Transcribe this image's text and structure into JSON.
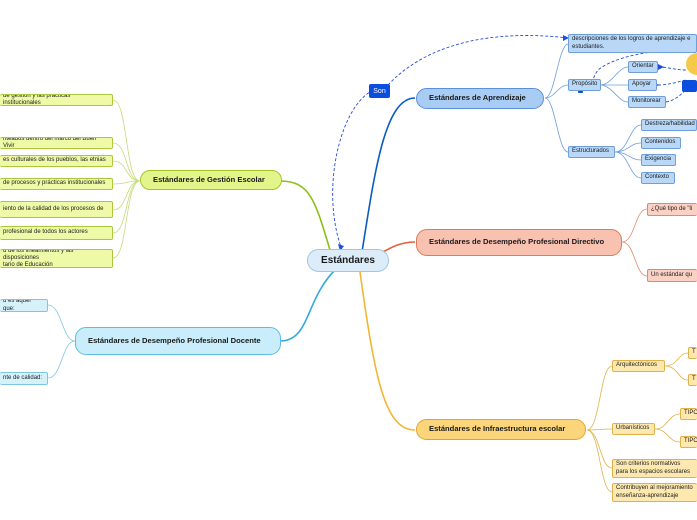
{
  "root": {
    "label": "Estándares"
  },
  "son_label": "Son",
  "aprendizaje": {
    "title": "Estándares de Aprendizaje",
    "descripcion": "descripciones de los logros de aprendizaje e estudiantes.",
    "proposito": {
      "label": "Propósito",
      "items": [
        "Orientar",
        "Apoyar",
        "Monitorear"
      ]
    },
    "estructurados": {
      "label": "Estructurados",
      "items": [
        "Destreza/habilidad",
        "Contenidos",
        "Exigencia",
        "Contexto"
      ]
    }
  },
  "gestion": {
    "title": "Estándares de Gestión Escolar",
    "items": [
      "de gestión y las prácticas institucionales",
      "nteados dentro del marco del Buen Vivir",
      "es culturales de los pueblos, las etnias",
      "de procesos y prácticas institucionales",
      "iento de la calidad de los procesos de",
      "profesional de todos los actores",
      "d de los lineamientos y las disposiciones\ntario de Educación"
    ]
  },
  "desempeno_directivo": {
    "title": "Estándares de Desempeño Profesional Directivo",
    "items": [
      "¿Qué tipo de \"lí",
      "Un estándar qu"
    ]
  },
  "desempeno_docente": {
    "title": "Estándares de Desempeño Profesional Docente",
    "items": [
      "d es aquel que:",
      "nte de calidad:"
    ]
  },
  "infraestructura": {
    "title": "Estándares de Infraestructura escolar",
    "arquitectonicos": {
      "label": "Arquitectónicos",
      "items": [
        "T",
        "T"
      ]
    },
    "urbanisticos": {
      "label": "Urbanísticos",
      "items": [
        "TIPO",
        "TIPO"
      ]
    },
    "extra": [
      "Son criterios normativos para los espacios escolares",
      "Contribuyen al mejoramiento enseñanza-aprendizaje"
    ]
  },
  "colors": {
    "blue": "#0b5cc0",
    "green": "#8dbf1a",
    "cyan": "#33aadd",
    "salmon": "#e0623e",
    "yellow": "#f2b636",
    "dashed": "#1e4fd8"
  }
}
